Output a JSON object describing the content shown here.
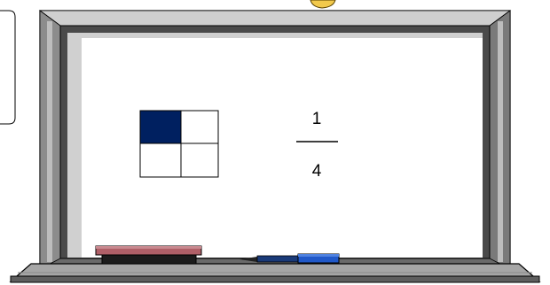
{
  "fraction": {
    "numerator": "1",
    "denominator": "4"
  },
  "grid": {
    "rows": 2,
    "cols": 2,
    "shaded_cells": 1
  },
  "colors": {
    "shaded_cell": "#002060",
    "board_surface": "#ffffff",
    "frame_dark": "#5a5a5a",
    "frame_mid": "#9a9a9a",
    "frame_light": "#d2d2d2",
    "eraser_felt": "#b06068",
    "eraser_base": "#1c1c1c",
    "marker_body": "#2058c8"
  }
}
